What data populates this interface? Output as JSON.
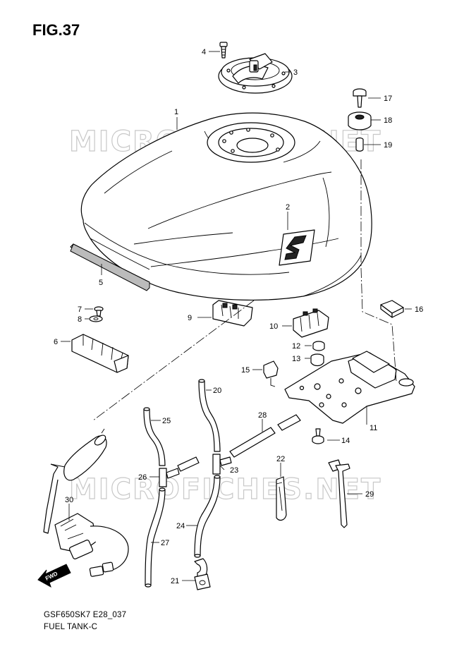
{
  "figure": {
    "title": "FIG.37",
    "code": "GSF650SK7 E28_037",
    "caption": "FUEL TANK-C",
    "watermark": "MICROFICHES.NET",
    "forward_mark": "FWD"
  },
  "parts": [
    {
      "id": "1",
      "label": "1"
    },
    {
      "id": "2",
      "label": "2"
    },
    {
      "id": "3",
      "label": "3"
    },
    {
      "id": "4",
      "label": "4"
    },
    {
      "id": "5",
      "label": "5"
    },
    {
      "id": "6",
      "label": "6"
    },
    {
      "id": "7",
      "label": "7"
    },
    {
      "id": "8",
      "label": "8"
    },
    {
      "id": "9",
      "label": "9"
    },
    {
      "id": "10",
      "label": "10"
    },
    {
      "id": "11",
      "label": "11"
    },
    {
      "id": "12",
      "label": "12"
    },
    {
      "id": "13",
      "label": "13"
    },
    {
      "id": "14",
      "label": "14"
    },
    {
      "id": "15",
      "label": "15"
    },
    {
      "id": "16",
      "label": "16"
    },
    {
      "id": "17",
      "label": "17"
    },
    {
      "id": "18",
      "label": "18"
    },
    {
      "id": "19",
      "label": "19"
    },
    {
      "id": "20",
      "label": "20"
    },
    {
      "id": "21",
      "label": "21"
    },
    {
      "id": "22",
      "label": "22"
    },
    {
      "id": "23",
      "label": "23"
    },
    {
      "id": "24",
      "label": "24"
    },
    {
      "id": "25",
      "label": "25"
    },
    {
      "id": "26",
      "label": "26"
    },
    {
      "id": "27",
      "label": "27"
    },
    {
      "id": "28",
      "label": "28"
    },
    {
      "id": "29",
      "label": "29"
    },
    {
      "id": "30",
      "label": "30"
    }
  ]
}
